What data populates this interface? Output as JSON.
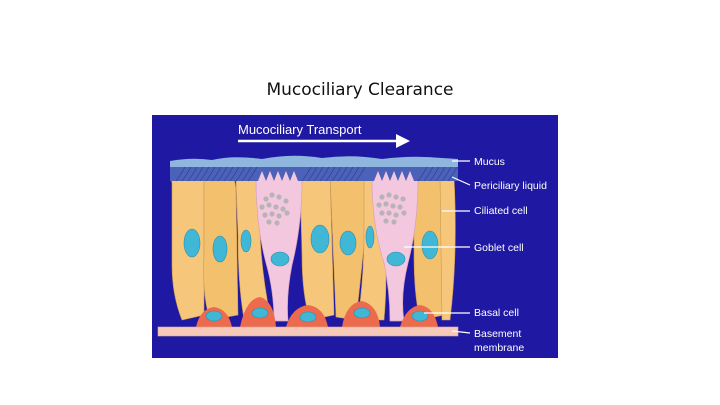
{
  "slide": {
    "title": "Mucociliary Clearance"
  },
  "diagram": {
    "transport_label": "Mucociliary Transport",
    "labels": {
      "mucus": "Mucus",
      "periciliary": "Periciliary liquid",
      "ciliated": "Ciliated cell",
      "goblet": "Goblet cell",
      "basal": "Basal cell",
      "basement_line1": "Basement",
      "basement_line2": "membrane"
    },
    "colors": {
      "background": "#1f18a2",
      "mucus": "#8fb6dd",
      "periciliary": "#4b62b8",
      "ciliated_cell": "#f6c77a",
      "goblet_cell": "#f3c8de",
      "nucleus": "#41b7d6",
      "basal_cell": "#ec6a4d",
      "basement_membrane": "#f6c9b9",
      "granule": "#b7b3b6"
    }
  }
}
